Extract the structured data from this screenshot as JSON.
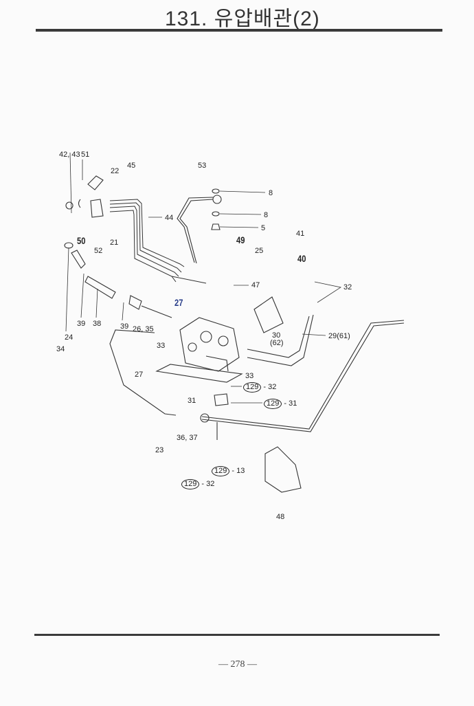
{
  "page": {
    "title": "131. 유압배관(2)",
    "page_number": "— 278 —"
  },
  "labels": [
    {
      "text": "42, 43"
    },
    {
      "text": "51"
    },
    {
      "text": "45"
    },
    {
      "text": "22"
    },
    {
      "text": "53"
    },
    {
      "text": "8"
    },
    {
      "text": "8"
    },
    {
      "text": "44"
    },
    {
      "text": "5"
    },
    {
      "text": "50"
    },
    {
      "text": "52"
    },
    {
      "text": "21"
    },
    {
      "text": "49"
    },
    {
      "text": "41"
    },
    {
      "text": "25"
    },
    {
      "text": "40"
    },
    {
      "text": "47"
    },
    {
      "text": "32"
    },
    {
      "text": "27"
    },
    {
      "text": "24"
    },
    {
      "text": "34"
    },
    {
      "text": "39"
    },
    {
      "text": "38"
    },
    {
      "text": "39"
    },
    {
      "text": "26, 35"
    },
    {
      "text": "33"
    },
    {
      "text": "30"
    },
    {
      "text": "(62)"
    },
    {
      "text": "29(61)"
    },
    {
      "text": "27"
    },
    {
      "text": "33"
    },
    {
      "text": "31"
    },
    {
      "text": "36, 37"
    },
    {
      "text": "23"
    },
    {
      "text": "48"
    }
  ],
  "ref_labels": [
    {
      "num": "129",
      "suffix": "- 32"
    },
    {
      "num": "129",
      "suffix": "- 31"
    },
    {
      "num": "129",
      "suffix": "- 13"
    },
    {
      "num": "129",
      "suffix": "- 32"
    }
  ]
}
